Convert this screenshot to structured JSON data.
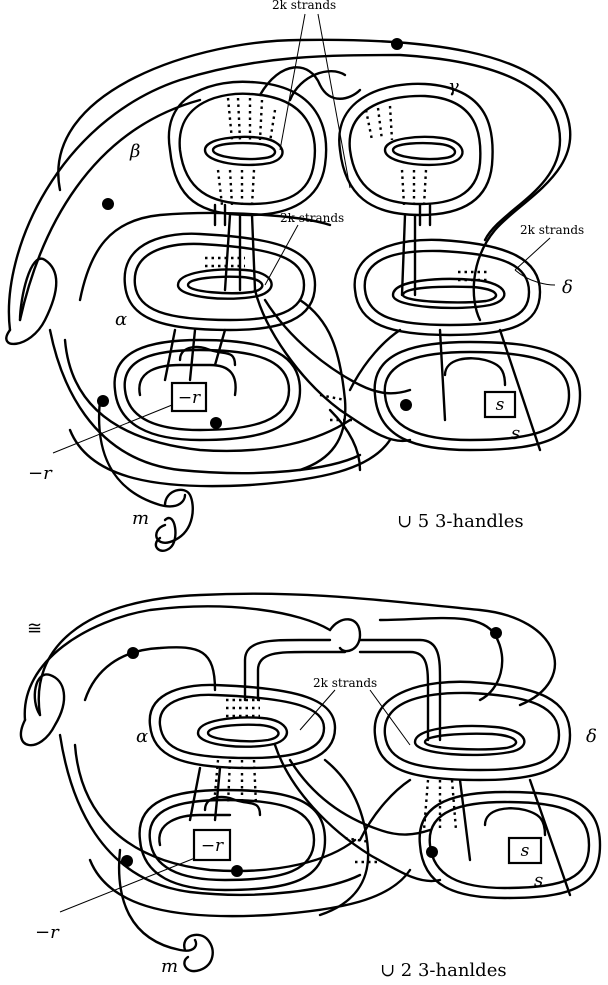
{
  "top": {
    "strands_label_1": "2k strands",
    "strands_label_2": "2k strands",
    "strands_label_3": "2k strands",
    "beta": "β",
    "gamma": "γ",
    "alpha": "α",
    "delta": "δ",
    "box_left": "−r",
    "box_right": "s",
    "neg_r": "−r",
    "s_label": "s",
    "m": "m",
    "handles": "∪ 5 3-handles"
  },
  "iso": "≅",
  "bottom": {
    "strands_label": "2k strands",
    "alpha": "α",
    "delta": "δ",
    "box_left": "−r",
    "box_right": "s",
    "neg_r": "−r",
    "s_label": "s",
    "m": "m",
    "handles": "∪ 2 3-hanldes"
  }
}
